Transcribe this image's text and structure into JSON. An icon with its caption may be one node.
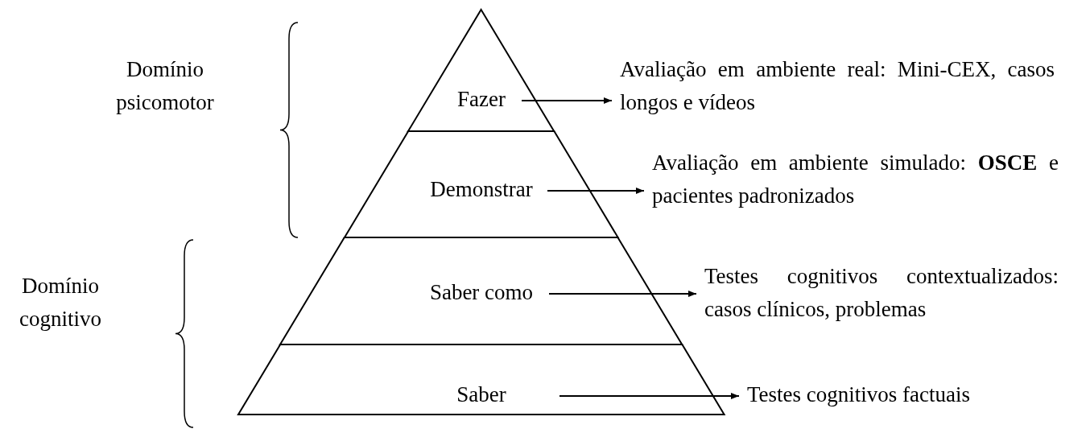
{
  "diagram": {
    "nodes": [
      {
        "text": [
          "Fazer"
        ]
      },
      {
        "text": [
          "Demonstrar"
        ]
      },
      {
        "text": [
          "Saber como"
        ]
      },
      {
        "text": [
          "Saber"
        ]
      },
      {
        "text": [
          "Avaliação em ambiente real: Mini-CEX, casos longos e vídeos"
        ]
      },
      {
        "text": [
          "Avaliação em ambiente simulado: **OSCE** e pacientes padronizados"
        ]
      },
      {
        "text": [
          "Testes cognitivos contextualizados: casos clínicos, problemas"
        ]
      },
      {
        "text": [
          "Testes cognitivos factuais"
        ]
      }
    ],
    "edges": [
      {
        "from": 0,
        "to": 4,
        "arrow": "to"
      },
      {
        "from": 1,
        "to": 5,
        "arrow": "to"
      },
      {
        "from": 2,
        "to": 6,
        "arrow": "to"
      },
      {
        "from": 3,
        "to": 7,
        "arrow": "to"
      }
    ],
    "labels": [
      "Domínio psicomotor",
      "Domínio cognitivo"
    ]
  }
}
